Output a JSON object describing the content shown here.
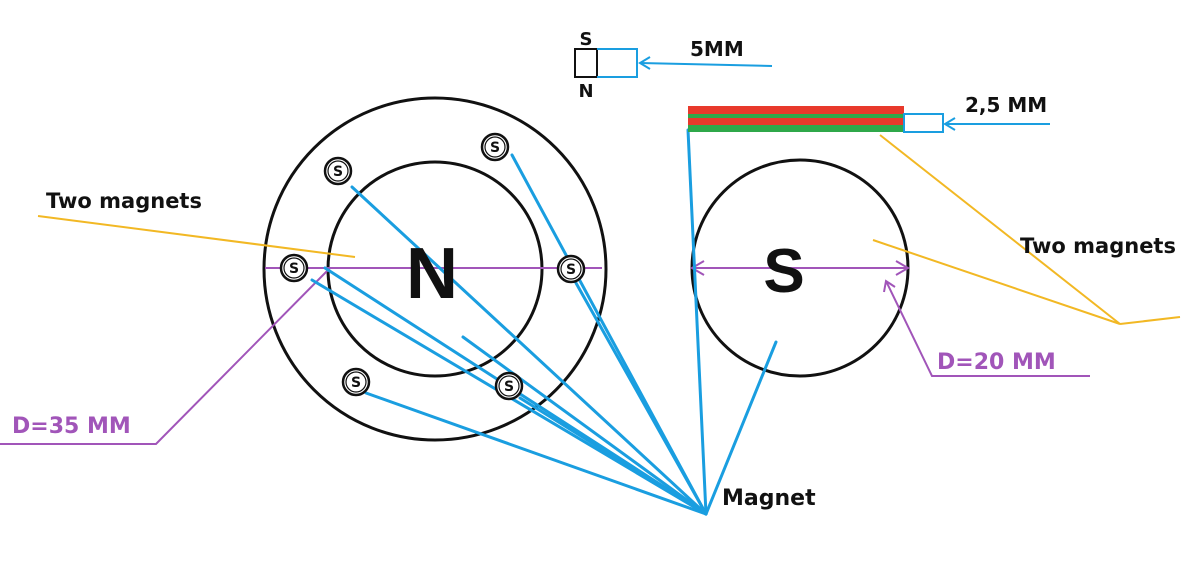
{
  "labels": {
    "two_magnets_left": "Two magnets",
    "two_magnets_right": "Two magnets",
    "pole_n_large": "N",
    "pole_s_large": "S",
    "small_magnet_s": "S",
    "small_magnet_n": "N",
    "thickness_small": "5MM",
    "thickness_stack": "2,5 MM",
    "diameter_left": "D=35 MM",
    "diameter_right": "D=20 MM",
    "magnet": "Magnet",
    "small_pole": "S"
  },
  "colors": {
    "outline": "#111111",
    "pointer": "#1a9ee0",
    "leader_yellow": "#f2b824",
    "dimension_purple": "#a155b9",
    "stack_red": "#e8392b",
    "stack_green": "#2fa84a"
  }
}
